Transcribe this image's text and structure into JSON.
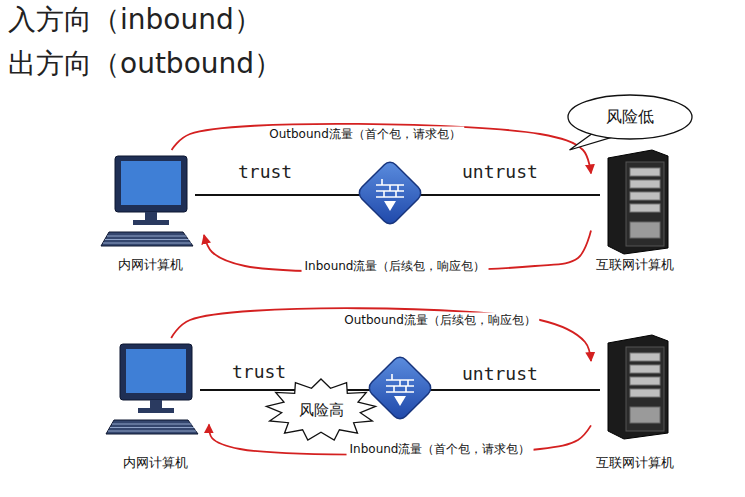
{
  "diagram": {
    "nodes": [
      {
        "text": [
          "内网计算机"
        ]
      },
      {
        "text": [
          "互联网计算机"
        ]
      },
      {
        "text": [
          "风险低"
        ]
      },
      {
        "text": [
          "内网计算机"
        ]
      },
      {
        "text": [
          "互联网计算机"
        ]
      },
      {
        "text": [
          "风险高"
        ]
      }
    ],
    "edges": [
      {
        "from": 0,
        "to": 1,
        "label": "Outbound流量（首个包，请求包）",
        "arrow": "to"
      },
      {
        "from": 1,
        "to": 0,
        "label": "Inbound流量（后续包，响应包）",
        "arrow": "to"
      },
      {
        "from": 3,
        "to": 4,
        "label": "Outbound流量（后续包，响应包）",
        "arrow": "to"
      },
      {
        "from": 4,
        "to": 3,
        "label": "Inbound流量（首个包，请求包）",
        "arrow": "to"
      }
    ],
    "labels": [
      "入方向（inbound）",
      "出方向（outbound）",
      "trust",
      "untrust",
      "trust",
      "untrust"
    ]
  }
}
